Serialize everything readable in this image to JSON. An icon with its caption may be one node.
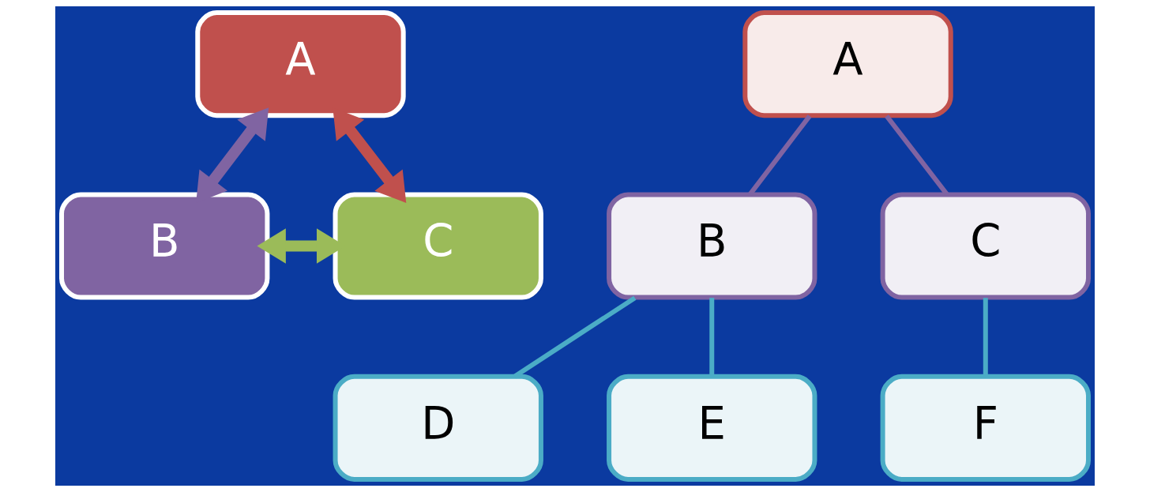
{
  "diagram": {
    "nodes": [
      {
        "text": [
          "A"
        ]
      },
      {
        "text": [
          "B"
        ]
      },
      {
        "text": [
          "C"
        ]
      },
      {
        "text": [
          "A"
        ]
      },
      {
        "text": [
          "B"
        ]
      },
      {
        "text": [
          "C"
        ]
      },
      {
        "text": [
          "D"
        ]
      },
      {
        "text": [
          "E"
        ]
      },
      {
        "text": [
          "F"
        ]
      }
    ],
    "edges": [
      {
        "from": 0,
        "to": 1,
        "arrow": "both",
        "style": "thick",
        "color": "#8064a2"
      },
      {
        "from": 0,
        "to": 2,
        "arrow": "both",
        "style": "thick",
        "color": "#c0504d"
      },
      {
        "from": 1,
        "to": 2,
        "arrow": "both",
        "style": "thick",
        "color": "#9bbb59"
      },
      {
        "from": 3,
        "to": 4,
        "arrow": "none",
        "color": "#8064a2"
      },
      {
        "from": 3,
        "to": 5,
        "arrow": "none",
        "color": "#8064a2"
      },
      {
        "from": 4,
        "to": 6,
        "arrow": "none",
        "color": "#4bacc6"
      },
      {
        "from": 4,
        "to": 7,
        "arrow": "none",
        "color": "#4bacc6"
      },
      {
        "from": 5,
        "to": 8,
        "arrow": "none",
        "color": "#4bacc6"
      }
    ]
  }
}
